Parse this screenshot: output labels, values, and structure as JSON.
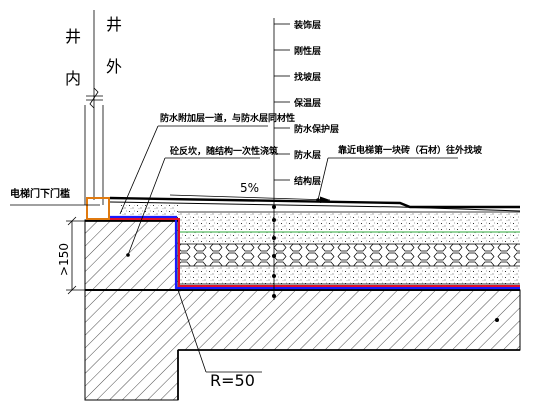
{
  "labels": {
    "inside_1": "井",
    "inside_2": "内",
    "outside_1": "井",
    "outside_2": "外",
    "waterproof_note": "防水附加层一道，与防水层同材性",
    "backfill_note": "砼反坎，随结构一次性浇筑",
    "sill_label": "电梯门下门槛",
    "slope": "5%",
    "height_dim": ">150",
    "radius": "R=50",
    "paving_note": "靠近电梯第一块砖（石材）往外找坡"
  },
  "layers": [
    "装饰层",
    "刚性层",
    "找坡层",
    "保温层",
    "防水保护层",
    "防水层",
    "结构层"
  ],
  "colors": {
    "waterproof_blue": "#1a1aff",
    "waterproof_red": "#e0102a",
    "sill_orange": "#e07a10",
    "insulation_green": "#2ea83a"
  }
}
